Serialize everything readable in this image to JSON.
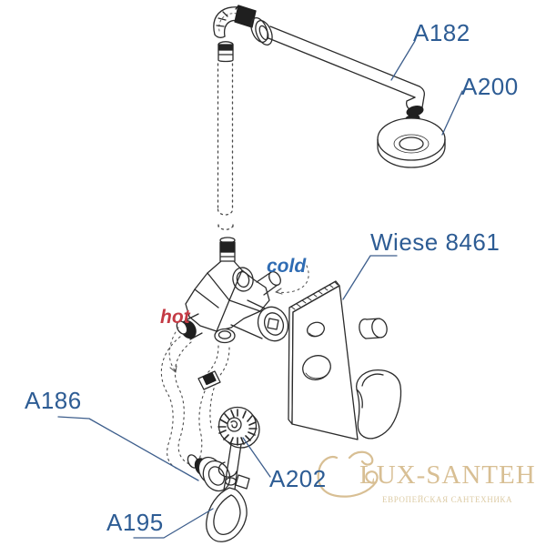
{
  "diagram": {
    "part_labels": [
      {
        "id": "a182",
        "text": "A182"
      },
      {
        "id": "a200",
        "text": "A200"
      },
      {
        "id": "wiese",
        "text": "Wiese 8461"
      },
      {
        "id": "a186",
        "text": "A186"
      },
      {
        "id": "a202",
        "text": "A202"
      },
      {
        "id": "a195",
        "text": "A195"
      }
    ],
    "flow_labels": {
      "hot": "hot",
      "cold": "cold"
    },
    "colors": {
      "label_blue": "#2d5c94",
      "hot_red": "#c43a44",
      "cold_blue": "#2f6cb3",
      "line_dark": "#2b2b2b",
      "leader_blue": "#3d5e8c",
      "watermark_tan": "#d8bf94",
      "watermark_tagline_tan": "#ddcca6"
    }
  },
  "watermark": {
    "brand": "LUX-SANTEH",
    "tagline": "ЕВРОПЕЙСКАЯ САНТЕХНИКА"
  }
}
